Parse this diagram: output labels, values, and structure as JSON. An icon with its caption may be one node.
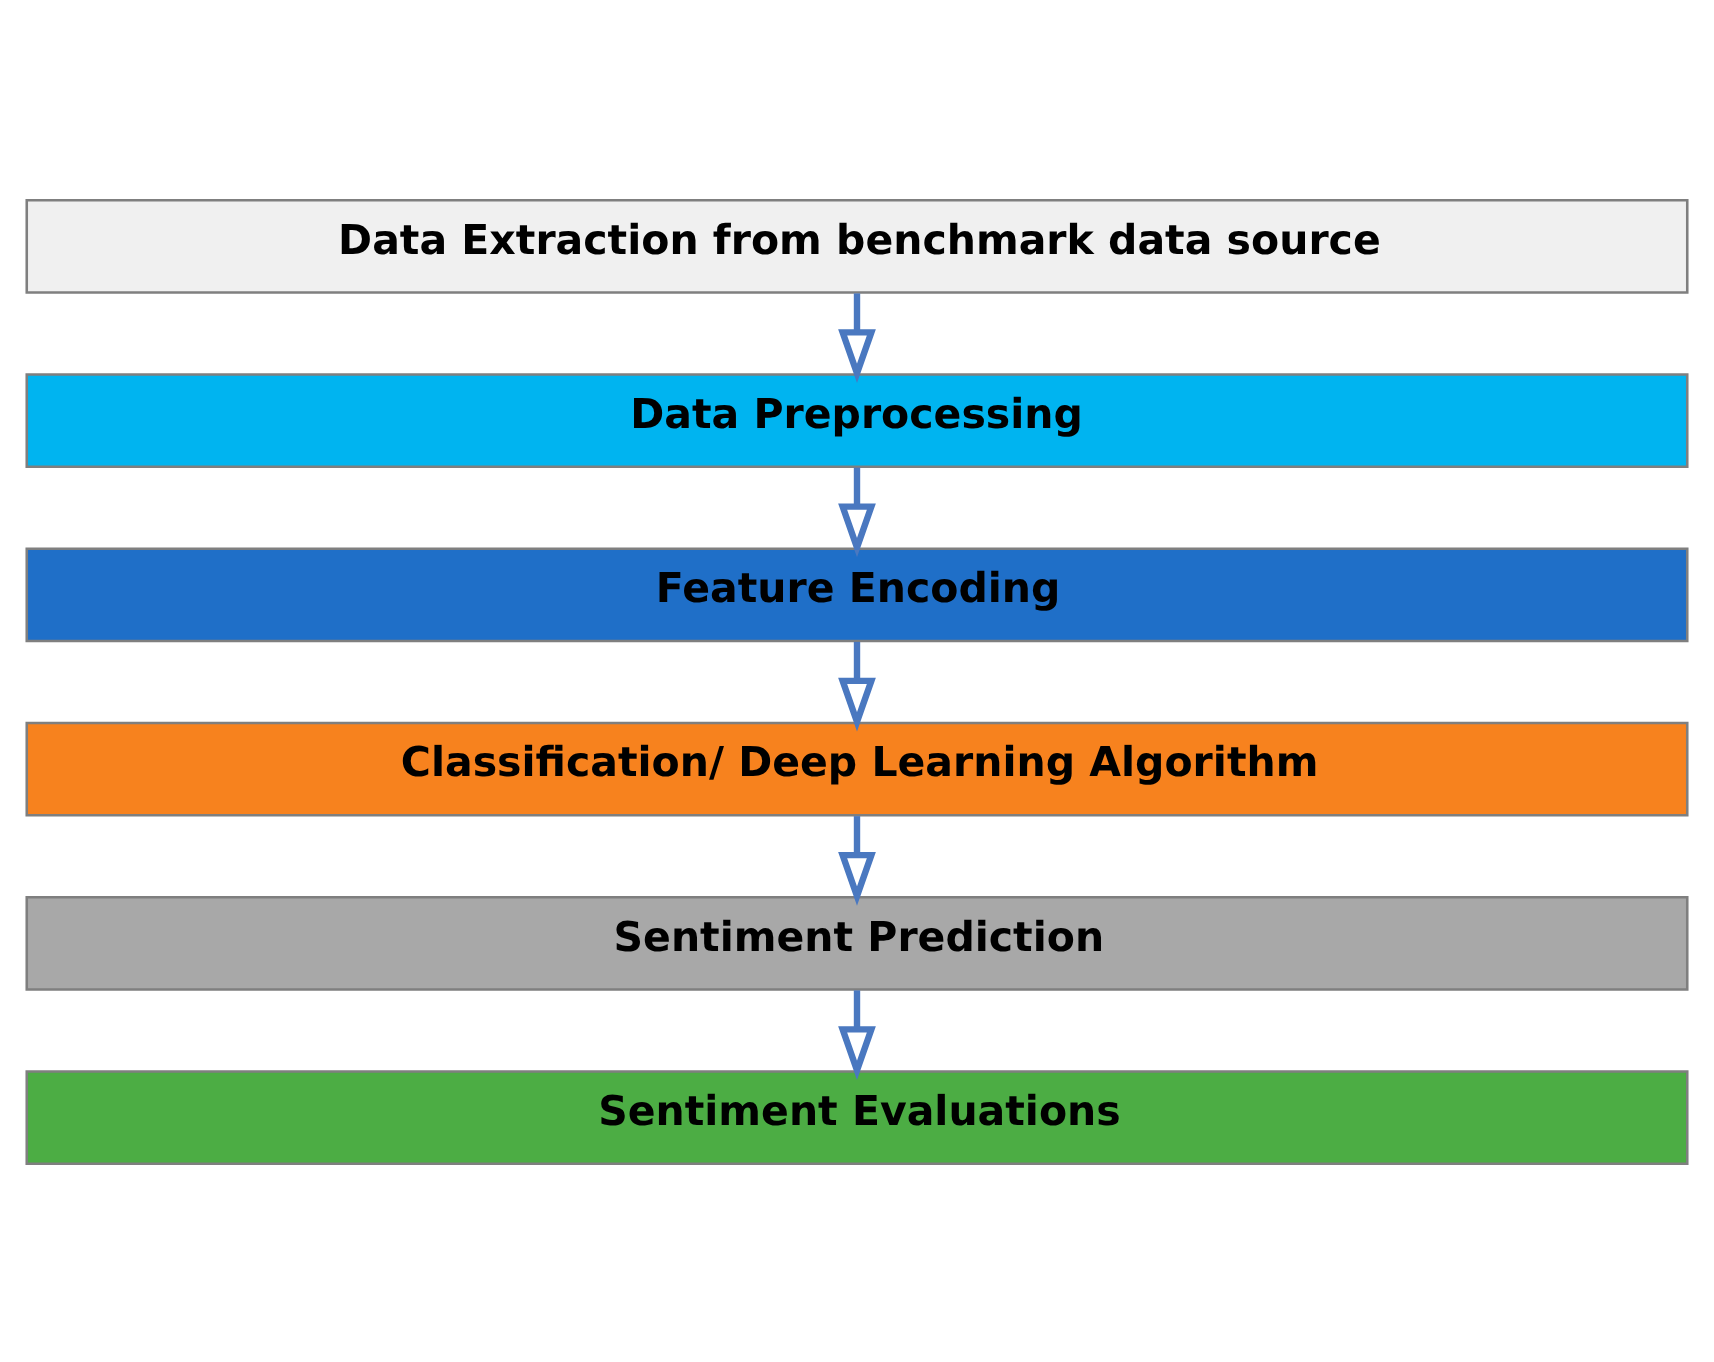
{
  "diagram": {
    "nodes": [
      {
        "text": [
          "Data Extraction from benchmark data source"
        ]
      },
      {
        "text": [
          "Data Preprocessing"
        ]
      },
      {
        "text": [
          "Feature Encoding"
        ]
      },
      {
        "text": [
          "Classification/ Deep Learning Algorithm"
        ]
      },
      {
        "text": [
          "Sentiment Prediction"
        ]
      },
      {
        "text": [
          "Sentiment Evaluations"
        ]
      }
    ],
    "edges": [
      {
        "from": 0,
        "to": 1,
        "arrow": "to"
      },
      {
        "from": 1,
        "to": 2,
        "arrow": "to"
      },
      {
        "from": 2,
        "to": 3,
        "arrow": "to"
      },
      {
        "from": 3,
        "to": 4,
        "arrow": "to"
      },
      {
        "from": 4,
        "to": 5,
        "arrow": "to"
      }
    ]
  }
}
